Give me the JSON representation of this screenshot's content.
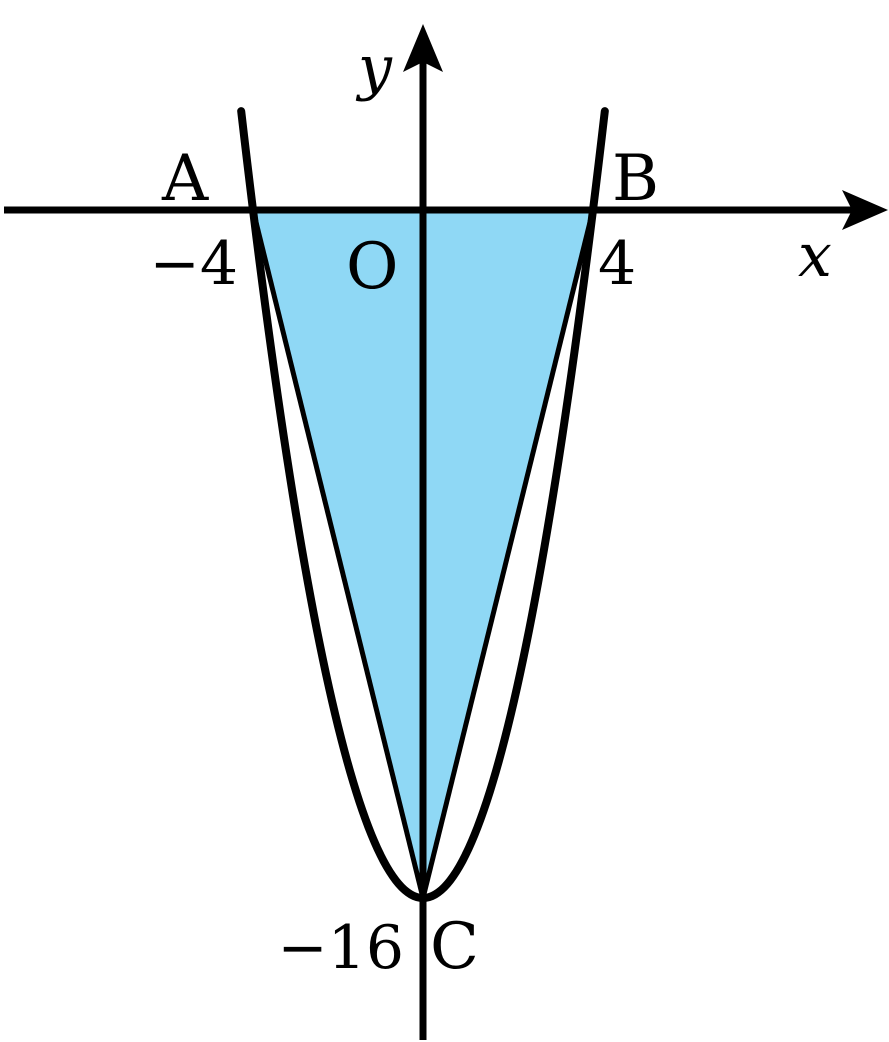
{
  "diagram": {
    "axes": {
      "x_label": "x",
      "y_label": "y",
      "origin_label": "O"
    },
    "points": {
      "a": {
        "label": "A",
        "x": -4,
        "y": 0
      },
      "b": {
        "label": "B",
        "x": 4,
        "y": 0
      },
      "c": {
        "label": "C",
        "x": 0,
        "y": -16
      }
    },
    "tick_labels": {
      "x_neg": "−4",
      "x_pos": "4",
      "y_neg": "−16"
    },
    "curve": {
      "type": "parabola",
      "equation_shown": false,
      "coefficient_a": 1,
      "vertex": [
        0,
        -16
      ],
      "roots": [
        -4,
        4
      ]
    },
    "shaded_triangle": {
      "vertices": [
        "A",
        "B",
        "C"
      ],
      "fill_color": "#8fd8f5"
    },
    "colors": {
      "stroke": "#000000",
      "fill": "#8fd8f5",
      "background": "#ffffff"
    }
  }
}
